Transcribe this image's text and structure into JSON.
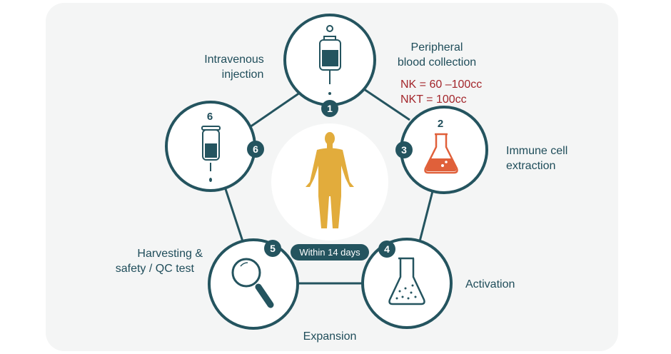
{
  "colors": {
    "primary": "#24545f",
    "accent_red": "#a3262b",
    "flask_orange": "#e0603a",
    "body_gold": "#e2ac3c",
    "panel": "#f4f5f5"
  },
  "steps": [
    {
      "badge": "1",
      "label_lines": [
        "Peripheral",
        "blood collection"
      ],
      "icon": "iv-bag-icon"
    },
    {
      "badge": "3",
      "inner_number": "2",
      "label_lines": [
        "Immune cell",
        "extraction"
      ],
      "icon": "flask-orange-icon"
    },
    {
      "badge": "4",
      "label_lines": [
        "Activation"
      ],
      "icon": "flask-dots-icon"
    },
    {
      "badge": "5",
      "label_lines": [
        "Harvesting &",
        "safety / QC test"
      ],
      "icon": "magnifier-icon"
    },
    {
      "badge": "6",
      "inner_number": "6",
      "label_lines": [
        "Intravenous",
        "injection"
      ],
      "icon": "iv-bottle-icon"
    }
  ],
  "volumes": [
    "NK = 60 –100cc",
    "NKT = 100cc"
  ],
  "expansion_label": "Expansion",
  "duration_pill": "Within 14 days"
}
